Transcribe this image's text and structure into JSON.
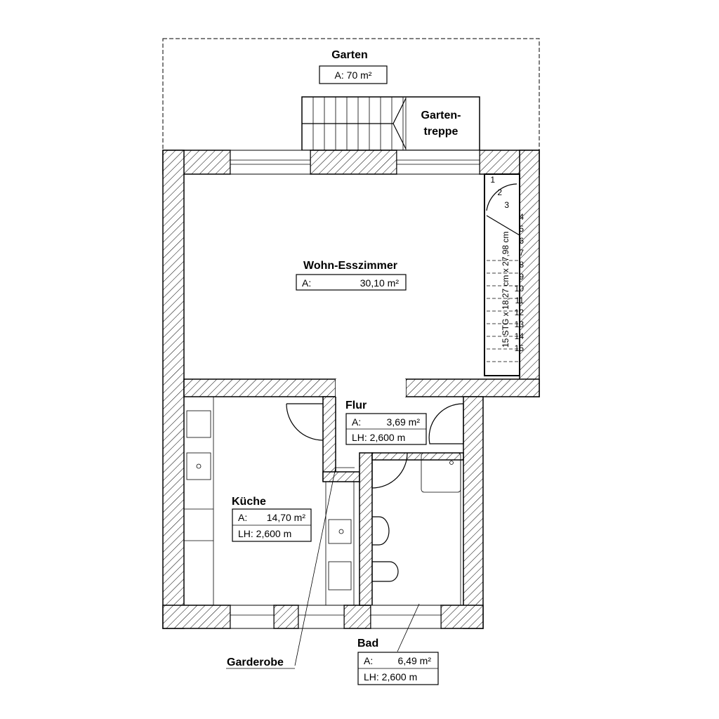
{
  "rooms": {
    "garten": {
      "name": "Garten",
      "area": "A: 70 m²"
    },
    "gartentreppe": {
      "line1": "Garten-",
      "line2": "treppe"
    },
    "wohn": {
      "name": "Wohn-Esszimmer",
      "area_label": "A:",
      "area_value": "30,10 m²"
    },
    "flur": {
      "name": "Flur",
      "area_label": "A:",
      "area_value": "3,69 m²",
      "height": "LH: 2,600 m"
    },
    "kueche": {
      "name": "Küche",
      "area_label": "A:",
      "area_value": "14,70 m²",
      "height": "LH: 2,600 m"
    },
    "bad": {
      "name": "Bad",
      "area_label": "A:",
      "area_value": "6,49 m²",
      "height": "LH: 2,600 m"
    },
    "garderobe": {
      "name": "Garderobe"
    }
  },
  "stair": {
    "label": "15 STG x 18,27 cm x 27,98 cm",
    "steps": [
      "1",
      "2",
      "3",
      "4",
      "5",
      "6",
      "7",
      "8",
      "9",
      "10",
      "11",
      "12",
      "13",
      "14",
      "15"
    ]
  }
}
